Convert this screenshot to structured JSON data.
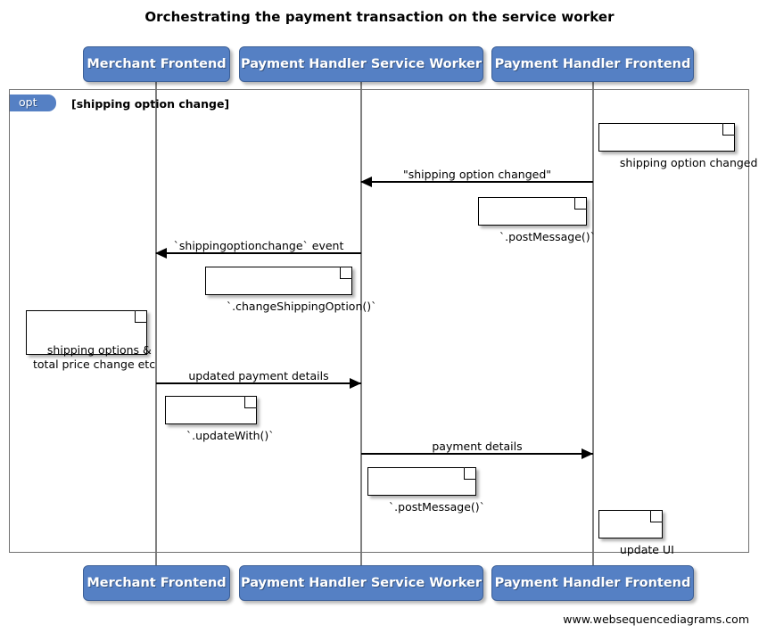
{
  "diagram": {
    "title": "Orchestrating the payment transaction on the service worker",
    "footer": "www.websequencediagrams.com",
    "colors": {
      "participant_fill": "#5580c4",
      "participant_text": "#ffffff",
      "frame_tab_fill": "#5580c4",
      "line": "#000000",
      "lifeline": "#808080",
      "note_fill": "#ffffff"
    }
  },
  "participants": [
    {
      "id": "merchant-frontend",
      "label": "Merchant Frontend"
    },
    {
      "id": "payment-handler-service-worker",
      "label": "Payment Handler Service Worker"
    },
    {
      "id": "payment-handler-frontend",
      "label": "Payment Handler Frontend"
    }
  ],
  "participants_bottom": [
    {
      "id": "merchant-frontend",
      "label": "Merchant Frontend"
    },
    {
      "id": "payment-handler-service-worker",
      "label": "Payment Handler Service Worker"
    },
    {
      "id": "payment-handler-frontend",
      "label": "Payment Handler Frontend"
    }
  ],
  "fragment": {
    "type": "opt",
    "tab_label": "opt",
    "condition": "[shipping option change]"
  },
  "messages": [
    {
      "id": "shipping-option-changed",
      "label": "\"shipping option changed\"",
      "from": "payment-handler-frontend",
      "to": "payment-handler-service-worker",
      "direction": "left"
    },
    {
      "id": "shippingoptionchange-event",
      "label": "`shippingoptionchange` event",
      "from": "payment-handler-service-worker",
      "to": "merchant-frontend",
      "direction": "left"
    },
    {
      "id": "updated-payment-details",
      "label": "updated payment details",
      "from": "merchant-frontend",
      "to": "payment-handler-service-worker",
      "direction": "right"
    },
    {
      "id": "payment-details",
      "label": "payment details",
      "from": "payment-handler-service-worker",
      "to": "payment-handler-frontend",
      "direction": "right"
    }
  ],
  "notes": [
    {
      "id": "note-shipping-option-changed",
      "text": "shipping option changed"
    },
    {
      "id": "note-post-message-1",
      "text": "`.postMessage()`"
    },
    {
      "id": "note-change-shipping-option",
      "text": "`.changeShippingOption()`"
    },
    {
      "id": "note-shipping-options-total-price",
      "text": "shipping options &\ntotal price change etc"
    },
    {
      "id": "note-update-with",
      "text": "`.updateWith()`"
    },
    {
      "id": "note-post-message-2",
      "text": "`.postMessage()`"
    },
    {
      "id": "note-update-ui",
      "text": "update UI"
    }
  ]
}
